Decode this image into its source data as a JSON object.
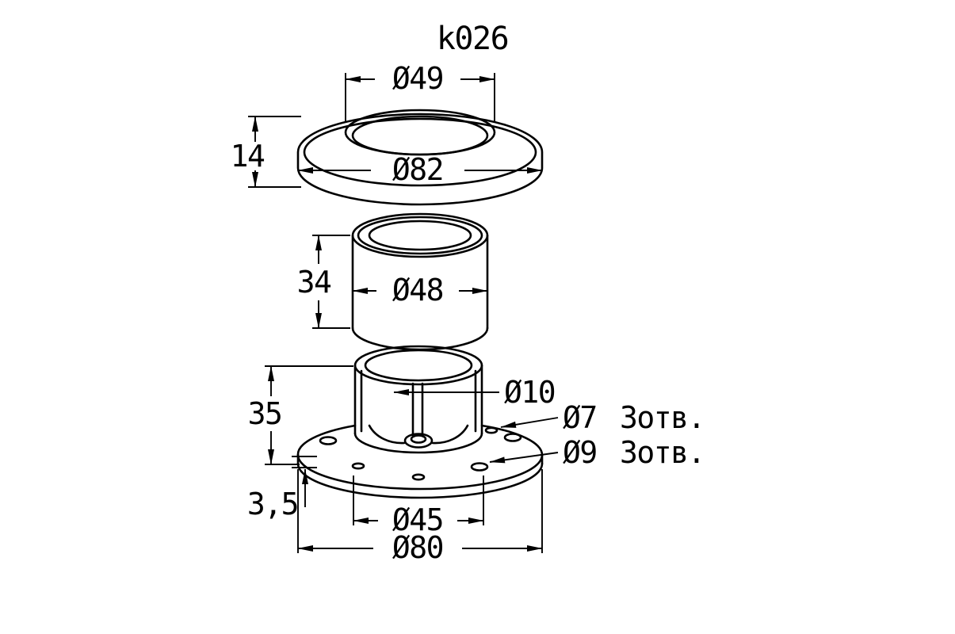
{
  "title": {
    "part_code": "k026"
  },
  "dims": {
    "d49": "Ø49",
    "d82": "Ø82",
    "h14": "14",
    "h34": "34",
    "d48": "Ø48",
    "h35": "35",
    "d10": "Ø10",
    "d7": "Ø7",
    "d7_qty": "3отв.",
    "d9": "Ø9",
    "d9_qty": "3отв.",
    "t35": "3,5",
    "d45": "Ø45",
    "d80": "Ø80"
  },
  "colors": {
    "line": "#000000",
    "background": "#ffffff"
  }
}
